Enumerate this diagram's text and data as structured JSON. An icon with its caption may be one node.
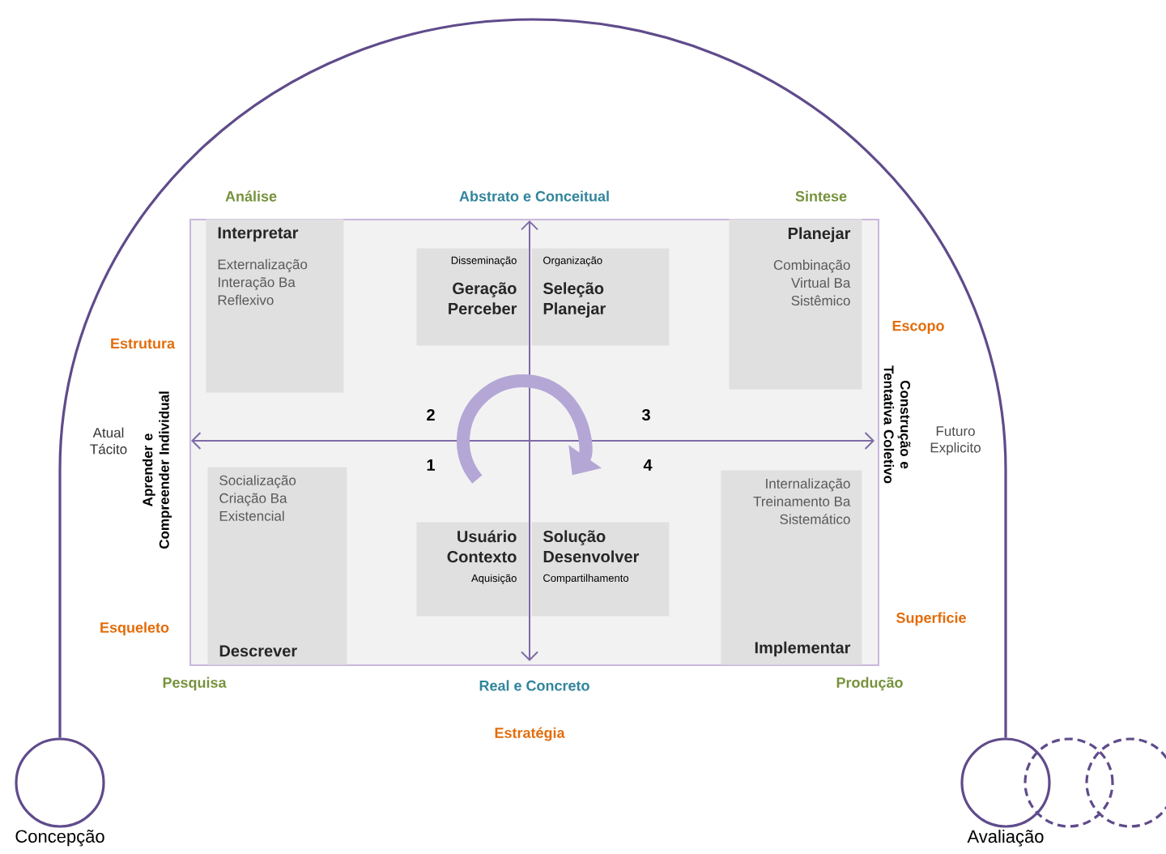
{
  "diagram": {
    "nodes": [
      {
        "text": [
          "Concepção"
        ]
      },
      {
        "text": [
          "Avaliação"
        ]
      },
      {
        "text": [],
        "shape": "circle"
      },
      {
        "text": [],
        "shape": "circle"
      },
      {
        "text": [],
        "shape": "box"
      },
      {
        "text": [
          "Interpretar",
          "Externalização Interação Ba Reflexivo"
        ],
        "in": 4
      },
      {
        "text": [
          "Disseminação",
          "Geração Perceber"
        ],
        "in": 4
      },
      {
        "text": [
          "Organização",
          "Seleção Planejar"
        ],
        "in": 4
      },
      {
        "text": [
          "Planejar",
          "Combinação Virtual Ba Sistêmico"
        ],
        "in": 4
      },
      {
        "text": [
          "Socialização Criação Ba Existencial",
          "Descrever"
        ],
        "in": 4
      },
      {
        "text": [
          "Usuário Contexto",
          "Aquisição"
        ],
        "in": 4
      },
      {
        "text": [
          "Solução Desenvolver",
          "Compartilhamento"
        ],
        "in": 4
      },
      {
        "text": [
          "Internalização Treinamento Ba Sistemático",
          "Implementar"
        ],
        "in": 4
      }
    ],
    "edges": [
      {
        "from": 0,
        "to": 1,
        "arrow": "none"
      }
    ],
    "labels": [
      "Análise",
      "Abstrato e Conceitual",
      "Sintese",
      "Estrutura",
      "Escopo",
      "Atual Tácito",
      "Aprender e Compreender Individual",
      "Construção e Tentativa Coletivo",
      "Futuro Explicito",
      "2",
      "3",
      "1",
      "4",
      "Esqueleto",
      "Superficie",
      "Pesquisa",
      "Real e Concreto",
      "Produção",
      "Estratégia"
    ]
  }
}
